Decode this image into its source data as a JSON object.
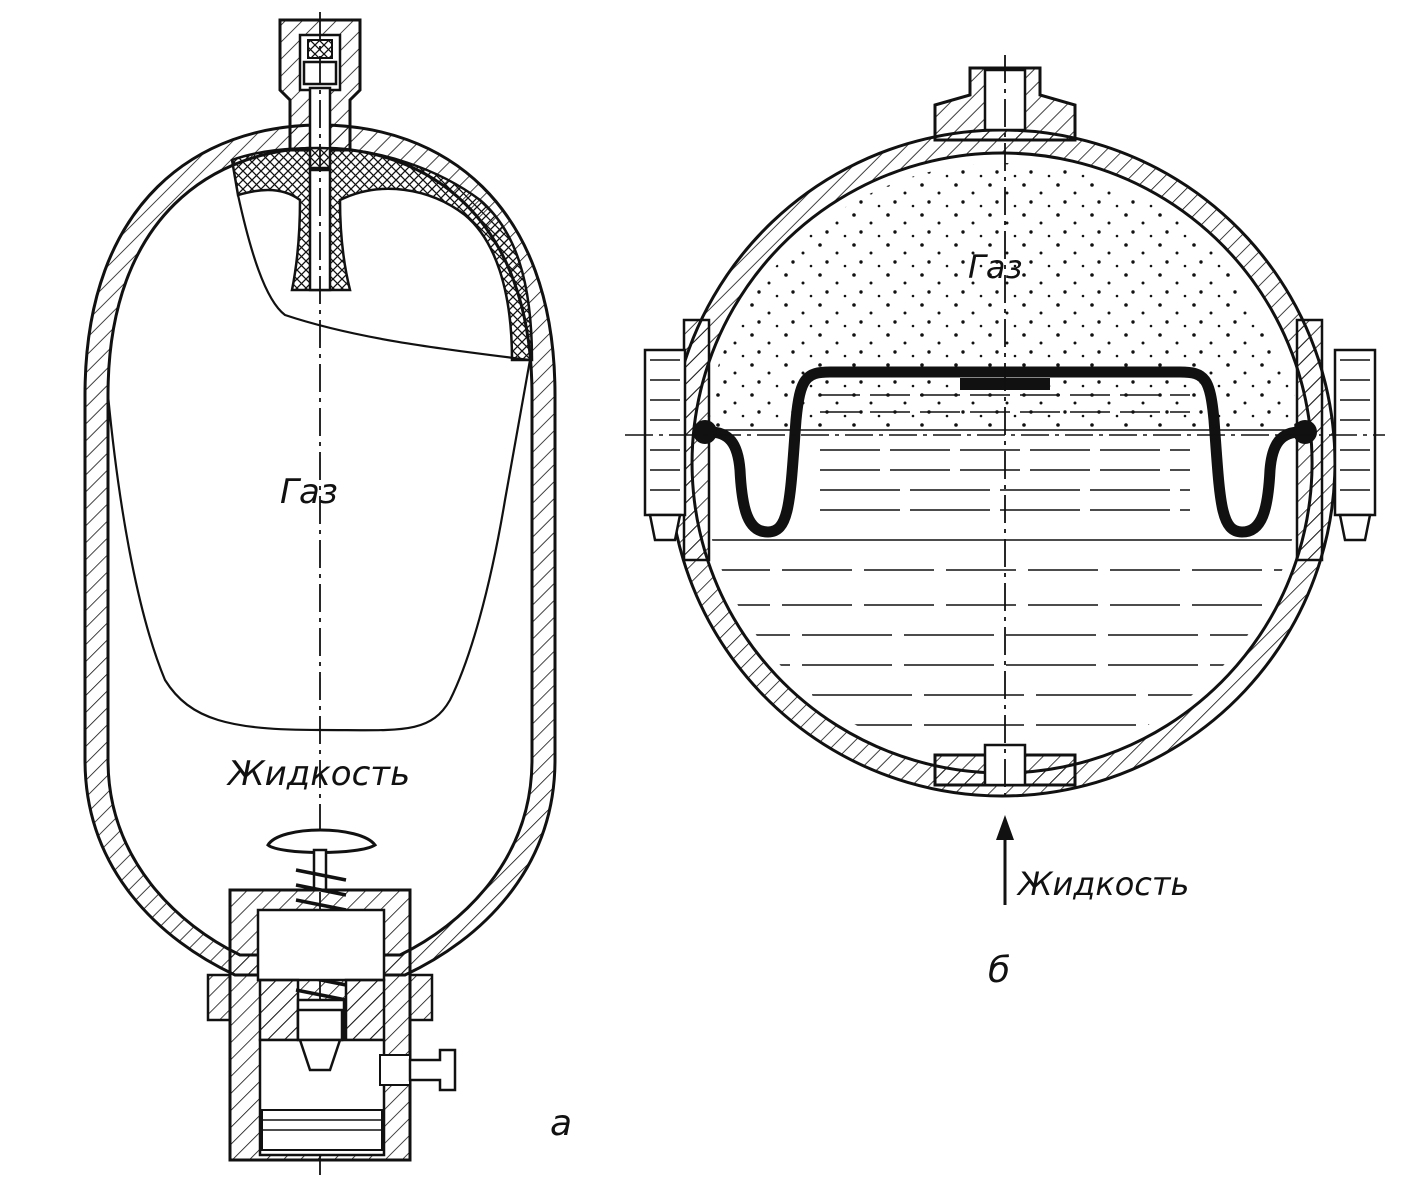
{
  "figure_a": {
    "gas_label": "Газ",
    "liquid_label": "Жидкость",
    "caption": "а"
  },
  "figure_b": {
    "gas_label": "Газ",
    "liquid_label": "Жидкость",
    "caption": "б"
  },
  "colors": {
    "ink": "#111111",
    "background": "#ffffff"
  }
}
